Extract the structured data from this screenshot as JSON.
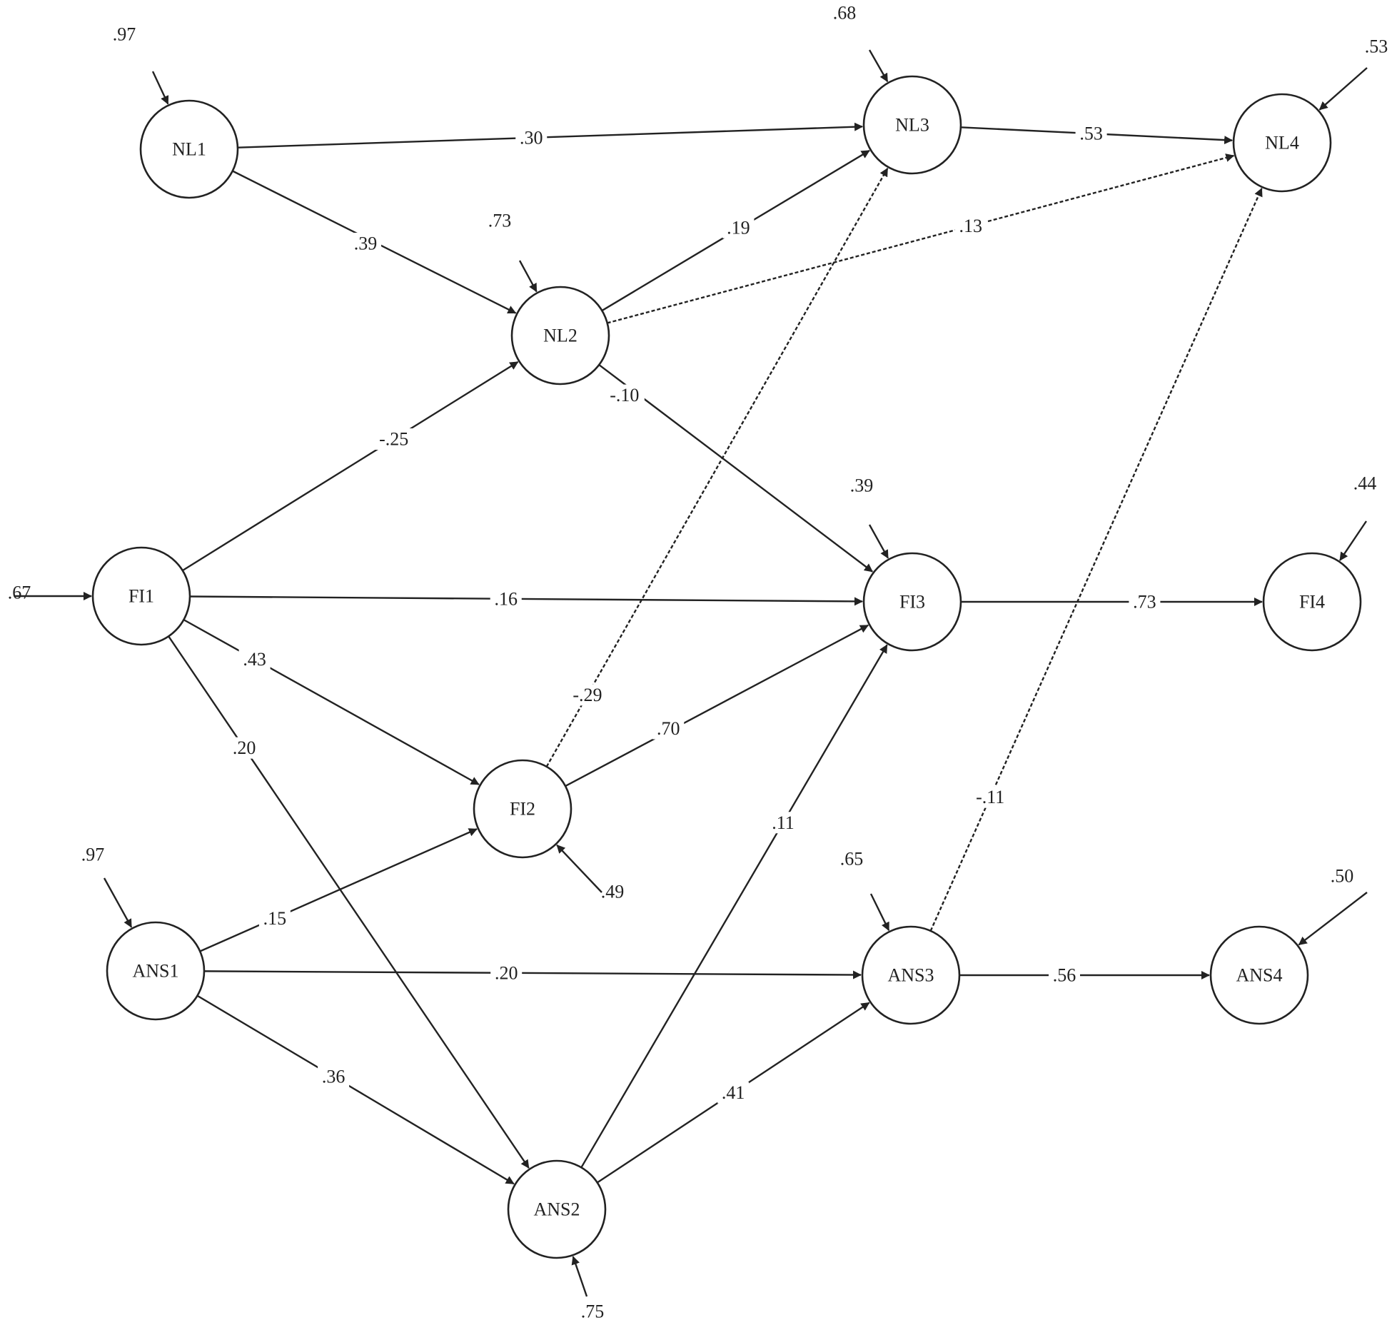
{
  "nodes": [
    {
      "id": "NL1",
      "label": "NL1"
    },
    {
      "id": "NL2",
      "label": "NL2"
    },
    {
      "id": "NL3",
      "label": "NL3"
    },
    {
      "id": "NL4",
      "label": "NL4"
    },
    {
      "id": "FI1",
      "label": "FI1"
    },
    {
      "id": "FI2",
      "label": "FI2"
    },
    {
      "id": "FI3",
      "label": "FI3"
    },
    {
      "id": "FI4",
      "label": "FI4"
    },
    {
      "id": "ANS1",
      "label": "ANS1"
    },
    {
      "id": "ANS2",
      "label": "ANS2"
    },
    {
      "id": "ANS3",
      "label": "ANS3"
    },
    {
      "id": "ANS4",
      "label": "ANS4"
    }
  ],
  "paths": [
    {
      "from": "NL1",
      "to": "NL3",
      "coef": ".30"
    },
    {
      "from": "NL1",
      "to": "NL2",
      "coef": ".39"
    },
    {
      "from": "NL2",
      "to": "NL3",
      "coef": ".19"
    },
    {
      "from": "NL2",
      "to": "NL4",
      "coef": ".13",
      "dashed": true
    },
    {
      "from": "NL2",
      "to": "FI3",
      "coef": "-.10"
    },
    {
      "from": "NL3",
      "to": "NL4",
      "coef": ".53"
    },
    {
      "from": "FI1",
      "to": "NL2",
      "coef": "-.25"
    },
    {
      "from": "FI1",
      "to": "FI3",
      "coef": ".16"
    },
    {
      "from": "FI1",
      "to": "FI2",
      "coef": ".43"
    },
    {
      "from": "FI1",
      "to": "ANS2",
      "coef": ".20"
    },
    {
      "from": "FI2",
      "to": "NL3",
      "coef": "-.29",
      "dashed": true
    },
    {
      "from": "FI2",
      "to": "FI3",
      "coef": ".70"
    },
    {
      "from": "FI3",
      "to": "FI4",
      "coef": ".73"
    },
    {
      "from": "ANS1",
      "to": "FI2",
      "coef": ".15"
    },
    {
      "from": "ANS1",
      "to": "ANS3",
      "coef": ".20"
    },
    {
      "from": "ANS1",
      "to": "ANS2",
      "coef": ".36"
    },
    {
      "from": "ANS2",
      "to": "FI3",
      "coef": ".11"
    },
    {
      "from": "ANS2",
      "to": "ANS3",
      "coef": ".41"
    },
    {
      "from": "ANS3",
      "to": "NL4",
      "coef": "-.11",
      "dashed": true
    },
    {
      "from": "ANS3",
      "to": "ANS4",
      "coef": ".56"
    }
  ],
  "residuals": [
    {
      "node": "NL1",
      "value": ".97"
    },
    {
      "node": "NL2",
      "value": ".73"
    },
    {
      "node": "NL3",
      "value": ".68"
    },
    {
      "node": "NL4",
      "value": ".53"
    },
    {
      "node": "FI1",
      "value": ".67"
    },
    {
      "node": "FI2",
      "value": ".49"
    },
    {
      "node": "FI3",
      "value": ".39"
    },
    {
      "node": "FI4",
      "value": ".44"
    },
    {
      "node": "ANS1",
      "value": ".97"
    },
    {
      "node": "ANS2",
      "value": ".75"
    },
    {
      "node": "ANS3",
      "value": ".65"
    },
    {
      "node": "ANS4",
      "value": ".50"
    }
  ]
}
